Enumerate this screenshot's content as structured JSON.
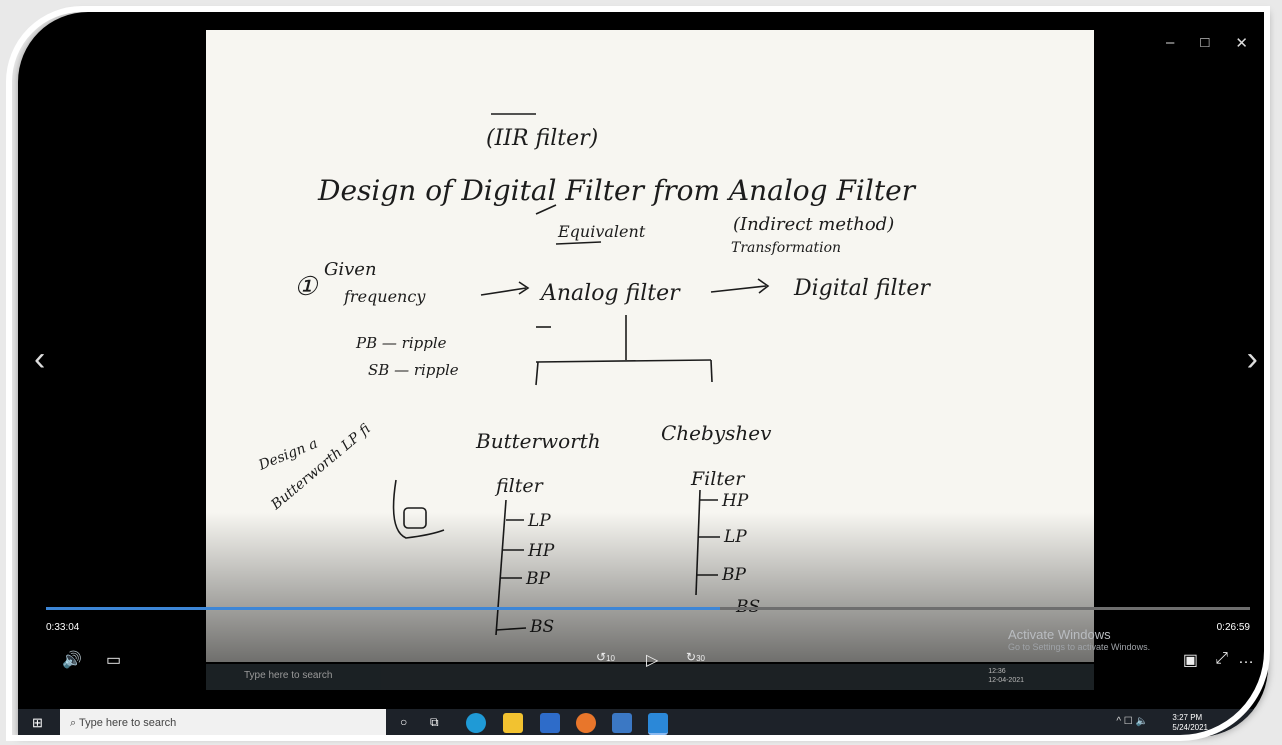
{
  "window": {
    "minimize": "–",
    "maximize": "□",
    "close": "✕"
  },
  "nav": {
    "prev": "‹",
    "next": "›"
  },
  "slide_text": {
    "title_note": "(IIR filter)",
    "heading": "Design of Digital Filter from Analog Filter",
    "method_note": "(Indirect method)",
    "equivalent": "Equivalent",
    "transformation": "Transformation",
    "step_number": "①",
    "given": "Given",
    "frequency": "frequency",
    "pb_ripple": "PB — ripple",
    "sb_ripple": "SB — ripple",
    "analog_filter": "Analog filter",
    "digital_filter": "Digital filter",
    "design_note": "Design a",
    "butter_lp": "Butterworth LP fi",
    "butterworth": "Butterworth",
    "chebyshev": "Chebyshev",
    "filter1": "filter",
    "filter2": "Filter",
    "b_lp": "LP",
    "b_hp": "HP",
    "b_bp": "BP",
    "b_bs": "BS",
    "c_hp": "HP",
    "c_lp": "LP",
    "c_bp": "BP",
    "c_bs": "BS"
  },
  "player": {
    "current_time": "0:33:04",
    "total_time": "0:26:59",
    "progress": 0.56,
    "volume_icon": "volume-icon",
    "captions_icon": "captions-icon",
    "rewind_label": "10",
    "forward_label": "30"
  },
  "inner_taskbar": {
    "search_placeholder": "Type here to search",
    "clock_time": "12:36",
    "clock_date": "12-04-2021"
  },
  "watermark": {
    "title": "Activate Windows",
    "subtitle": "Go to Settings to activate Windows."
  },
  "taskbar": {
    "search_placeholder": "Type here to search",
    "clock_time": "3:27 PM",
    "clock_date": "5/24/2021",
    "apps": [
      "windows-icon",
      "cortana-icon",
      "task-view-icon",
      "edge-icon",
      "file-explorer-icon",
      "mail-icon",
      "firefox-icon",
      "photos-icon",
      "media-player-icon"
    ]
  },
  "colors": {
    "ink": "#1c1c1c",
    "accent": "#3d86d6",
    "paper": "#f7f6f1"
  }
}
